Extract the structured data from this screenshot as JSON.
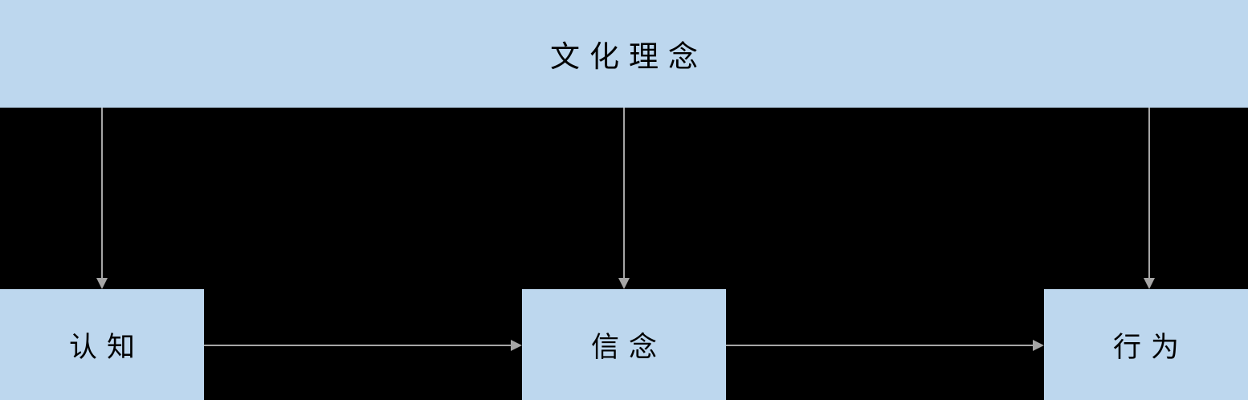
{
  "diagram": {
    "type": "flow-diagram",
    "background_color": "#000000",
    "node_fill_color": "#bdd7ee",
    "arrow_color": "#a6a6a6",
    "text_color": "#000000",
    "title_bar": {
      "label": "文化理念"
    },
    "nodes": [
      {
        "id": "cognition",
        "label": "认知"
      },
      {
        "id": "belief",
        "label": "信念"
      },
      {
        "id": "behavior",
        "label": "行为"
      }
    ],
    "edges": [
      {
        "from": "文化理念",
        "to": "认知",
        "direction": "down"
      },
      {
        "from": "文化理念",
        "to": "信念",
        "direction": "down"
      },
      {
        "from": "文化理念",
        "to": "行为",
        "direction": "down"
      },
      {
        "from": "认知",
        "to": "信念",
        "direction": "right"
      },
      {
        "from": "信念",
        "to": "行为",
        "direction": "right"
      }
    ]
  }
}
